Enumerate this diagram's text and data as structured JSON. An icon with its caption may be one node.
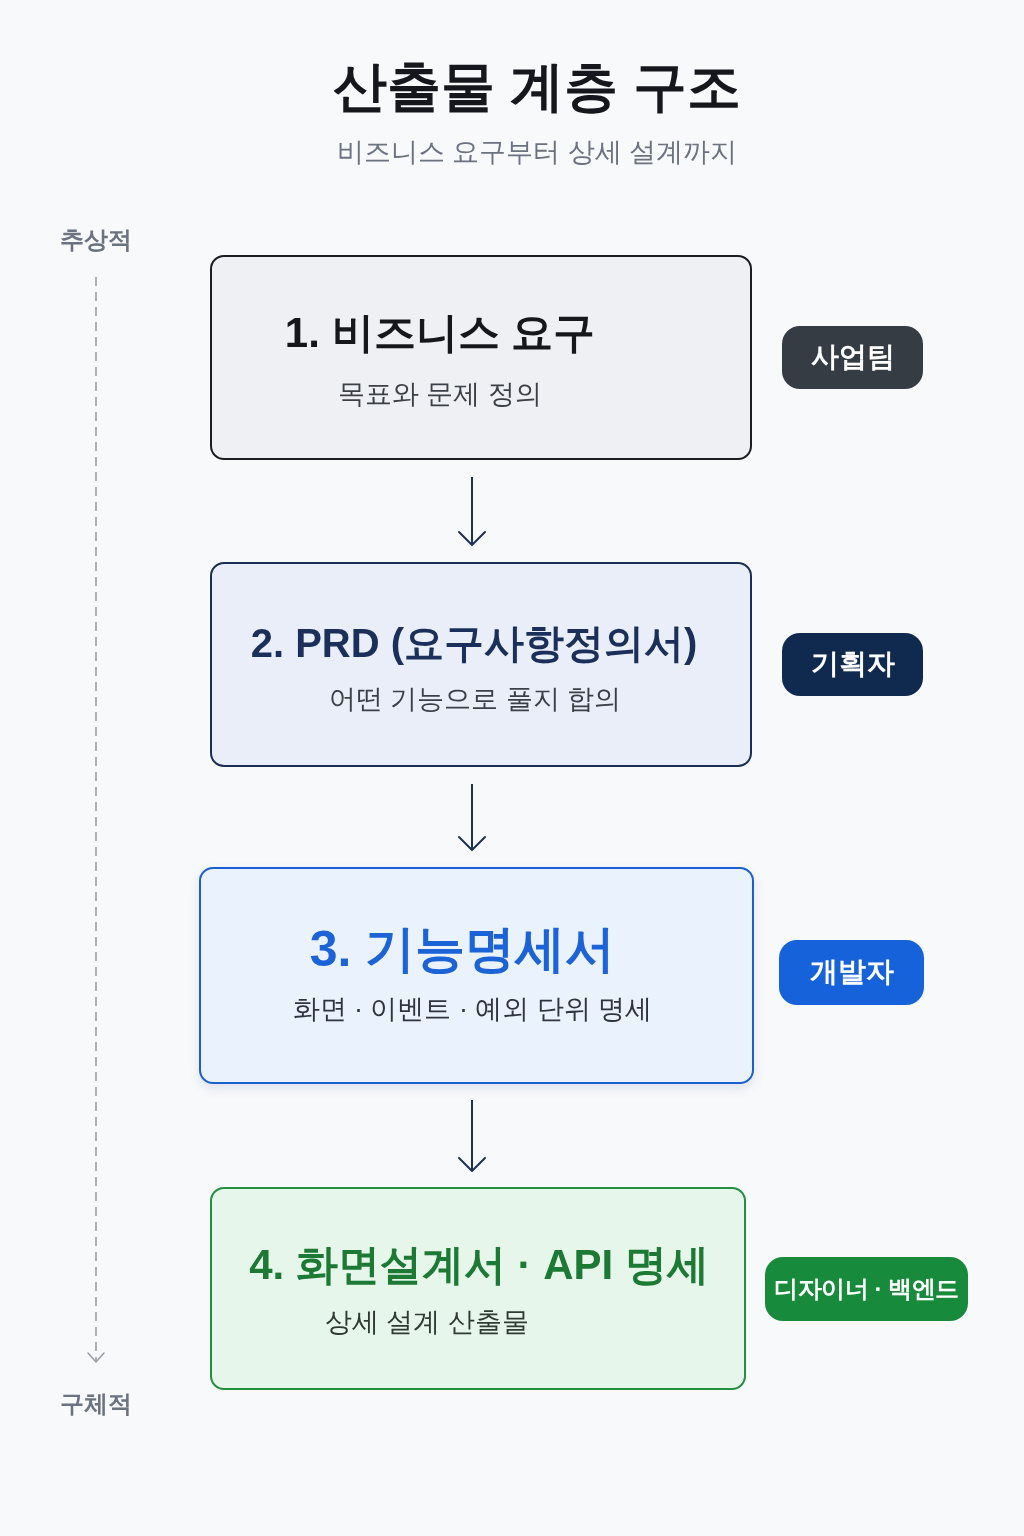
{
  "diagram": {
    "title": "산출물 계층 구조",
    "nodes": [
      {
        "text": [
          "1. 비즈니스 요구",
          "목표와 문제 정의"
        ]
      },
      {
        "text": [
          "사업팀"
        ]
      },
      {
        "text": [
          "2. PRD (요구사항정의서)",
          "어떤 기능으로 풀지 합의"
        ]
      },
      {
        "text": [
          "기획자"
        ]
      },
      {
        "text": [
          "3. 기능명세서",
          "화면 · 이벤트 · 예외 단위 명세"
        ]
      },
      {
        "text": [
          "개발자"
        ]
      },
      {
        "text": [
          "4. 화면설계서 · API 명세",
          "상세 설계 산출물"
        ]
      },
      {
        "text": [
          "디자이너 · 백엔드"
        ]
      }
    ],
    "edges": [
      {
        "from": 0,
        "to": 2,
        "arrow": "to"
      },
      {
        "from": 2,
        "to": 4,
        "arrow": "to"
      },
      {
        "from": 4,
        "to": 6,
        "arrow": "to"
      }
    ],
    "labels": [
      "비즈니스 요구부터 상세 설계까지",
      "추상적",
      "구체적"
    ]
  }
}
